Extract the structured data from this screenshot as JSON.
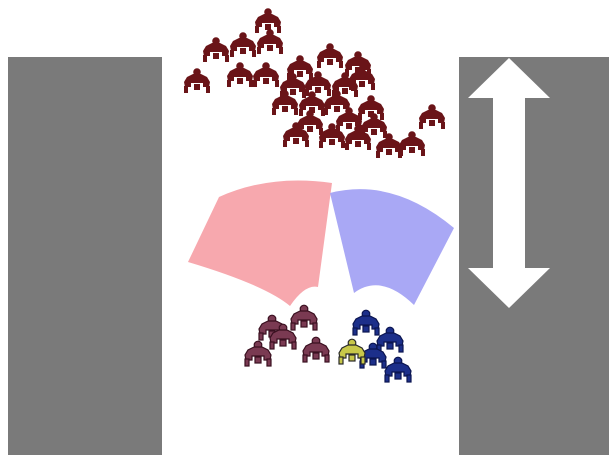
{
  "colors": {
    "background": "#ffffff",
    "wall": "#7a7a7a",
    "arrow": "#ffffff",
    "left_sector": "#f7a8ae",
    "right_sector": "#a9a8f5",
    "bull_dark_red": "#6a1418",
    "bull_mauve": "#7a3a52",
    "bull_blue": "#1c2f8a",
    "bull_yellow": "#c8c84a"
  },
  "icons": {
    "walls": "gray-block",
    "arrow": "double-headed-vertical-arrow",
    "sectors": "fan-sector",
    "figures": "bull-icon"
  },
  "groups": {
    "upper_herd_count": 27,
    "left_lower_group_count": 5,
    "right_lower_group_count": 5
  }
}
